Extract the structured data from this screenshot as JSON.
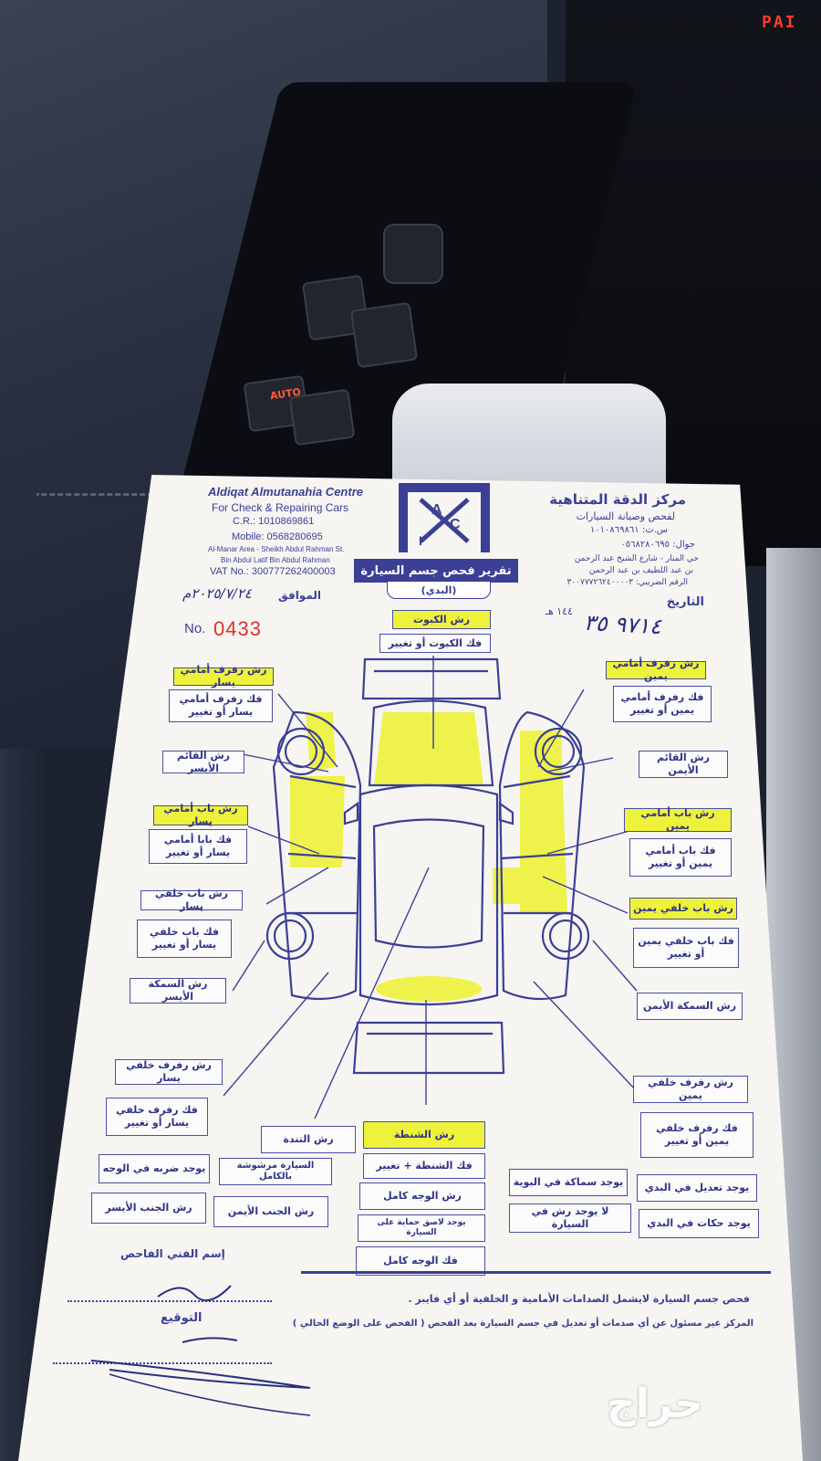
{
  "dashboard": {
    "display_text": "PAI",
    "switch_label": "AUTO"
  },
  "company": {
    "name_en": "Aldiqat Almutanahia Centre",
    "tagline_en": "For Check & Repairing Cars",
    "cr_en": "C.R.: 1010869861",
    "mobile_en": "Mobile: 0568280695",
    "address_en_1": "Al-Manar Area - Sheikh Abdul Rahman St.",
    "address_en_2": "Bin Abdul Latif Bin Abdul Rahman",
    "vat_en": "VAT No.: 300777262400003",
    "name_ar": "مركز الدقة المتناهية",
    "tagline_ar": "لفحص وصيانة السيارات",
    "cr_ar": "س.ت: ١٠١٠٨٦٩٨٦١",
    "mobile_ar": "جوال: ٠٥٦٨٢٨٠٦٩٥",
    "address_ar_1": "حي المنار - شارع الشيخ عبد الرحمن",
    "address_ar_2": "بن عبد اللطيف بن عبد الرحمن",
    "vat_ar": "الرقم الضريبي: ٣٠٠٧٧٧٢٦٢٤٠٠٠٠٣"
  },
  "logo": {
    "letters": [
      "A",
      "C",
      "I"
    ]
  },
  "report": {
    "title": "تقرير فحص جسم السيارة",
    "subtitle": "(البدي)",
    "date_label": "التاريخ",
    "date_hijri_suffix": "١٤٤ هـ",
    "date_gregorian_label": "الموافق",
    "date_gregorian_value": "٢٠٢٥/٧/٢٤م",
    "number_label": "No.",
    "number_value": "0433",
    "handwritten_note": "٩٧١٤ ٣٥"
  },
  "diagram": {
    "top": [
      "رش الكبوت",
      "فك الكبوت أو تغيير"
    ],
    "left": [
      "رش رفرف أمامي يسار",
      "فك رفرف أمامي يسار أو تغيير",
      "رش القائم الأيسر",
      "رش باب أمامي يسار",
      "فك بابا أمامي يسار أو تغيير",
      "رش باب خلفي يسار",
      "فك باب خلفي يسار أو تغيير",
      "رش السمكة الأيسر",
      "رش رفرف خلفي يسار",
      "فك رفرف خلفي يسار أو تغيير"
    ],
    "right": [
      "رش رفرف أمامي يمين",
      "فك رفرف أمامي يمين أو تغيير",
      "رش القائم الأيمن",
      "رش باب أمامي يمين",
      "فك باب أمامي يمين أو تغيير",
      "رش باب خلفي يمين",
      "فك باب خلفي يمين أو تغيير",
      "رش السمكة الأيمن",
      "رش رفرف خلفي يمين",
      "فك رفرف خلفي يمين أو تغيير"
    ],
    "bottom_center": [
      "رش الشنطة",
      "فك الشنطة + تغيير",
      "رش الوجه كامل",
      "يوجد لاصق حماية على السيارة",
      "فك الوجه كامل"
    ],
    "bottom_left": [
      "رش التندة",
      "يوجد ضربه في الوجه",
      "السيارة مرشوشة بالكامل",
      "رش الجنب الأيسر",
      "رش الجنب الأيمن"
    ],
    "bottom_right": [
      "يوجد تعديل في البدي",
      "يوجد سماكة في البوية",
      "يوجد حكات في البدي",
      "لا يوجد رش في السيارة"
    ],
    "highlight_color": "#eef23a"
  },
  "footer": {
    "technician_label": "إسم الفني الفاحص",
    "signature_label": "التوقيع",
    "note_1": "فحص جسم السيارة لايشمل الصدامات الأمامية و الخلفية أو أي فايبر .",
    "note_2": "المركز غير مسئول عن أي صدمات أو تعديل في جسم السيارة بعد الفحص ( الفحص على الوضع الحالي )"
  },
  "watermark": "حراج",
  "colors": {
    "ink": "#3b3f95",
    "number_red": "#e0302a",
    "paper": "#f6f5f2"
  }
}
